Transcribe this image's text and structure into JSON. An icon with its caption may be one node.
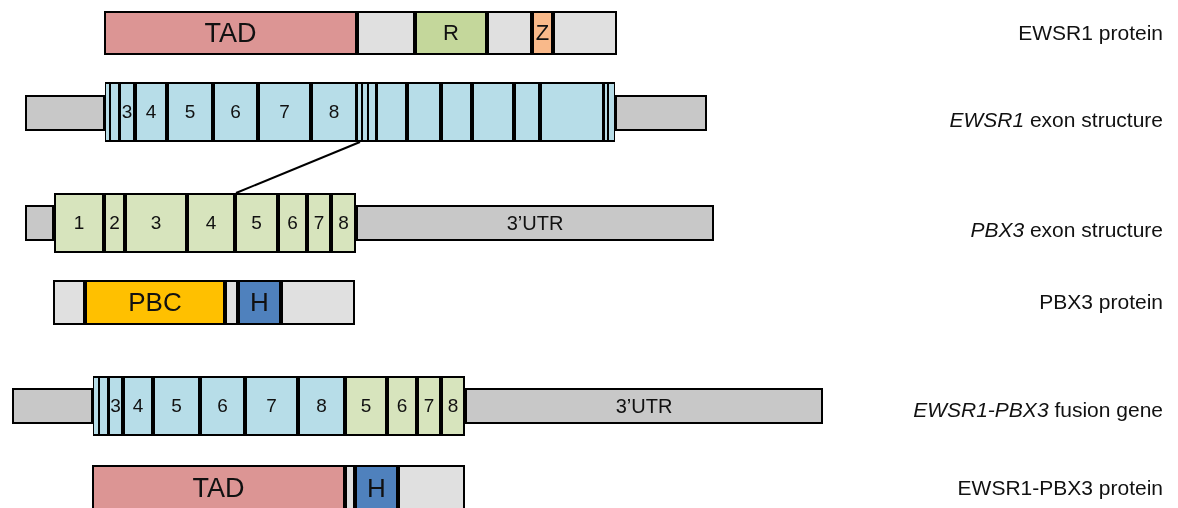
{
  "diagram": {
    "nodes": [
      {
        "text": [
          "TAD"
        ]
      },
      {
        "text": [],
        "shape": "box"
      },
      {
        "text": [
          "R"
        ]
      },
      {
        "text": [],
        "shape": "box"
      },
      {
        "text": [
          "Z"
        ]
      },
      {
        "text": [],
        "shape": "box"
      },
      {
        "text": [],
        "shape": "box"
      },
      {
        "text": [],
        "shape": "box"
      },
      {
        "text": [],
        "shape": "box"
      },
      {
        "text": [
          "3"
        ]
      },
      {
        "text": [
          "4"
        ]
      },
      {
        "text": [
          "5"
        ]
      },
      {
        "text": [
          "6"
        ]
      },
      {
        "text": [
          "7"
        ]
      },
      {
        "text": [
          "8"
        ]
      },
      {
        "text": [],
        "shape": "box"
      },
      {
        "text": [],
        "shape": "box"
      },
      {
        "text": [],
        "shape": "box"
      },
      {
        "text": [],
        "shape": "box"
      },
      {
        "text": [],
        "shape": "box"
      },
      {
        "text": [],
        "shape": "box"
      },
      {
        "text": [],
        "shape": "box"
      },
      {
        "text": [],
        "shape": "box"
      },
      {
        "text": [],
        "shape": "box"
      },
      {
        "text": [],
        "shape": "box"
      },
      {
        "text": [],
        "shape": "box"
      },
      {
        "text": [],
        "shape": "box"
      },
      {
        "text": [],
        "shape": "box"
      },
      {
        "text": [
          "1"
        ]
      },
      {
        "text": [
          "2"
        ]
      },
      {
        "text": [
          "3"
        ]
      },
      {
        "text": [
          "4"
        ]
      },
      {
        "text": [
          "5"
        ]
      },
      {
        "text": [
          "6"
        ]
      },
      {
        "text": [
          "7"
        ]
      },
      {
        "text": [
          "8"
        ]
      },
      {
        "text": [
          "3’UTR"
        ]
      },
      {
        "text": [],
        "shape": "box"
      },
      {
        "text": [
          "PBC"
        ]
      },
      {
        "text": [],
        "shape": "box"
      },
      {
        "text": [
          "H"
        ]
      },
      {
        "text": [],
        "shape": "box"
      },
      {
        "text": [],
        "shape": "box"
      },
      {
        "text": [],
        "shape": "box"
      },
      {
        "text": [],
        "shape": "box"
      },
      {
        "text": [
          "3"
        ]
      },
      {
        "text": [
          "4"
        ]
      },
      {
        "text": [
          "5"
        ]
      },
      {
        "text": [
          "6"
        ]
      },
      {
        "text": [
          "7"
        ]
      },
      {
        "text": [
          "8"
        ]
      },
      {
        "text": [
          "5"
        ]
      },
      {
        "text": [
          "6"
        ]
      },
      {
        "text": [
          "7"
        ]
      },
      {
        "text": [
          "8"
        ]
      },
      {
        "text": [
          "3’UTR"
        ]
      },
      {
        "text": [
          "TAD"
        ]
      },
      {
        "text": [],
        "shape": "box"
      },
      {
        "text": [
          "H"
        ]
      },
      {
        "text": [],
        "shape": "box"
      }
    ],
    "edges": [
      {
        "from": 14,
        "to": 32,
        "arrow": "none"
      }
    ],
    "labels": [
      "EWSR1 protein",
      "*EWSR1* exon structure",
      "*PBX3* exon structure",
      "PBX3 protein",
      "*EWSR1-PBX3* fusion gene",
      "EWSR1-PBX3 protein"
    ]
  }
}
